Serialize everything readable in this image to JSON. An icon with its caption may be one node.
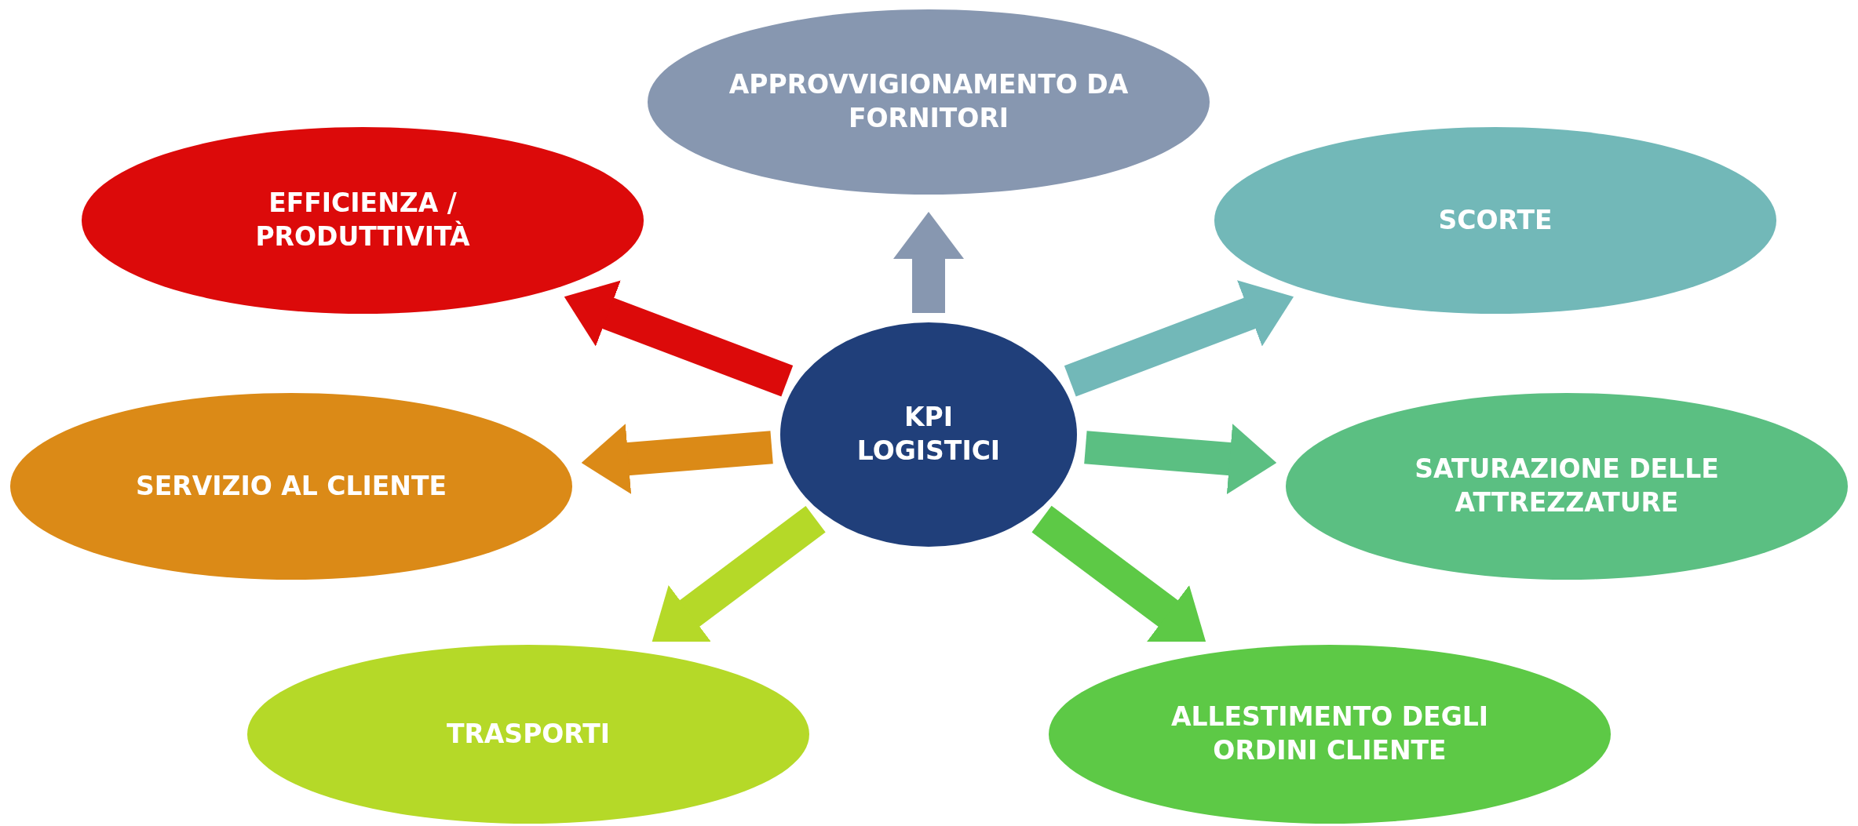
{
  "diagram": {
    "nodes": [
      {
        "text": [
          "APPROVVIGIONAMENTO DA FORNITORI"
        ]
      },
      {
        "text": [
          "EFFICIENZA / PRODUTTIVITÀ"
        ]
      },
      {
        "text": [
          "SCORTE"
        ]
      },
      {
        "text": [
          "KPI LOGISTICI"
        ]
      },
      {
        "text": [
          "SERVIZIO AL CLIENTE"
        ]
      },
      {
        "text": [
          "SATURAZIONE DELLE ATTREZZATURE"
        ]
      },
      {
        "text": [
          "TRASPORTI"
        ]
      },
      {
        "text": [
          "ALLESTIMENTO DEGLI ORDINI CLIENTE"
        ]
      }
    ],
    "edges": [
      {
        "from": 3,
        "to": 0,
        "arrow": "to",
        "color": "#8797b0"
      },
      {
        "from": 3,
        "to": 1,
        "arrow": "to",
        "color": "#dc0a0a"
      },
      {
        "from": 3,
        "to": 2,
        "arrow": "to",
        "color": "#72b8b8"
      },
      {
        "from": 3,
        "to": 4,
        "arrow": "to",
        "color": "#db8a17"
      },
      {
        "from": 3,
        "to": 5,
        "arrow": "to",
        "color": "#5bbf82"
      },
      {
        "from": 3,
        "to": 6,
        "arrow": "to",
        "color": "#b5d928"
      },
      {
        "from": 3,
        "to": 7,
        "arrow": "to",
        "color": "#5dc946"
      }
    ]
  }
}
